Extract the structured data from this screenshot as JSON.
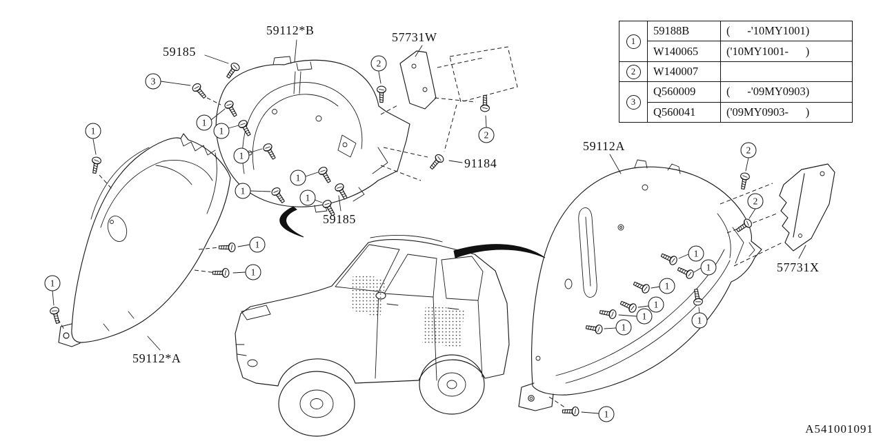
{
  "labels": {
    "upper_mudguard": "59112*B",
    "bracket_left": "57731W",
    "screw_top": "59185",
    "screw_mid": "59185",
    "bolt": "91184",
    "left_mudguard": "59112*A",
    "right_mudguard": "59112A",
    "bracket_right": "57731X"
  },
  "callouts": [
    {
      "n": "3"
    },
    {
      "n": "1"
    },
    {
      "n": "1"
    },
    {
      "n": "1"
    },
    {
      "n": "1"
    },
    {
      "n": "1"
    },
    {
      "n": "1"
    },
    {
      "n": "1"
    },
    {
      "n": "2"
    },
    {
      "n": "2"
    },
    {
      "n": "1"
    },
    {
      "n": "1"
    },
    {
      "n": "1"
    },
    {
      "n": "2"
    },
    {
      "n": "2"
    },
    {
      "n": "1"
    },
    {
      "n": "1"
    },
    {
      "n": "1"
    },
    {
      "n": "1"
    },
    {
      "n": "1"
    },
    {
      "n": "1"
    },
    {
      "n": "1"
    },
    {
      "n": "1"
    }
  ],
  "table": {
    "groups": [
      {
        "callout": "1",
        "rows": [
          {
            "part": "59188B",
            "range": "(      -'10MY1001)"
          },
          {
            "part": "W140065",
            "range": "('10MY1001-      )"
          }
        ]
      },
      {
        "callout": "2",
        "rows": [
          {
            "part": "W140007",
            "range": ""
          }
        ]
      },
      {
        "callout": "3",
        "rows": [
          {
            "part": "Q560009",
            "range": "(      -'09MY0903)"
          },
          {
            "part": "Q560041",
            "range": "('09MY0903-      )"
          }
        ]
      }
    ]
  },
  "footer": {
    "diagram_id": "A541001091"
  }
}
